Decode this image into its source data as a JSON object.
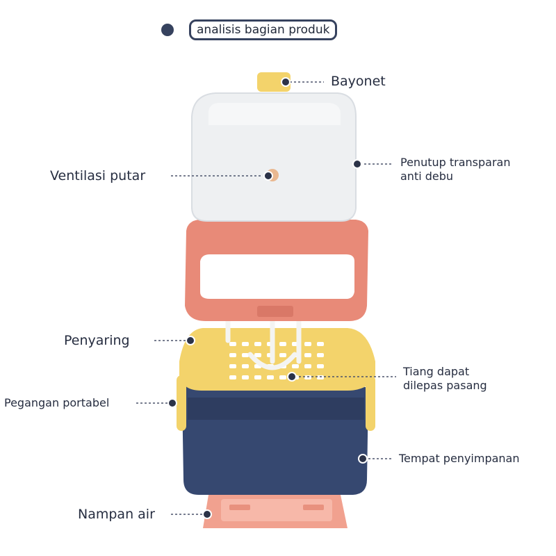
{
  "header": {
    "title": "analisis bagian produk"
  },
  "labels": {
    "bayonet": "Bayonet",
    "ventilasi": "Ventilasi putar",
    "penutup_line1": "Penutup transparan",
    "penutup_line2": "anti debu",
    "penyaring": "Penyaring",
    "tiang_line1": "Tiang dapat",
    "tiang_line2": "dilepas pasang",
    "pegangan": "Pegangan portabel",
    "tempat": "Tempat penyimpanan",
    "nampan": "Nampan air"
  },
  "icons": [
    "bullet-dot-icon",
    "leader-dot-icon"
  ],
  "colors": {
    "navy": "#36425e",
    "lid": "#eef0f2",
    "coral": "#e88a78",
    "yellow": "#f3d36b",
    "box": "#364870",
    "tray": "#f1a18f"
  }
}
